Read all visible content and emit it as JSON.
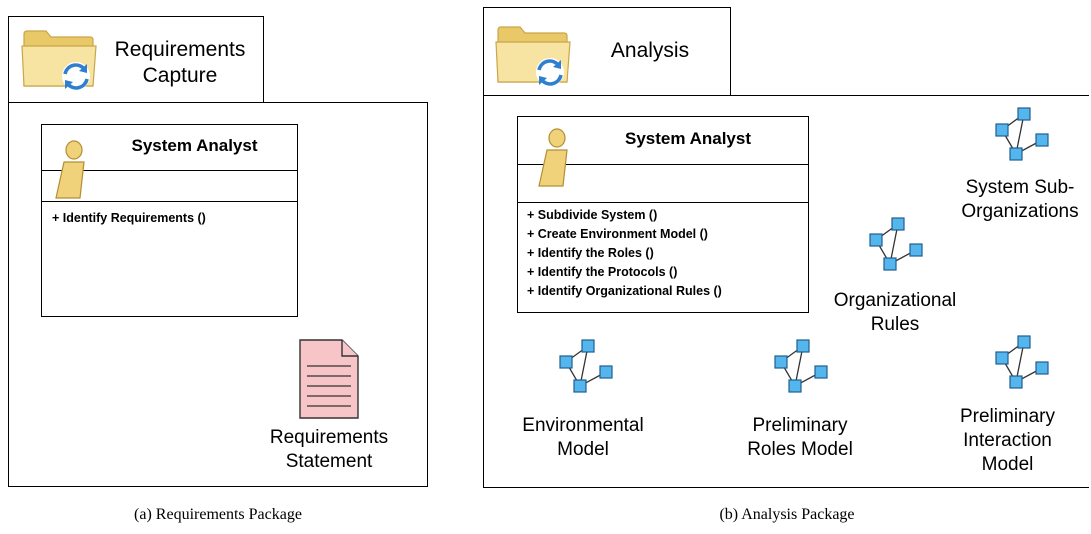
{
  "requirements_package": {
    "title_line1": "Requirements",
    "title_line2": "Capture",
    "class_name": "System Analyst",
    "operations": [
      "+ Identify Requirements ()"
    ],
    "artifact_line1": "Requirements",
    "artifact_line2": "Statement",
    "caption": "(a)  Requirements Package"
  },
  "analysis_package": {
    "title": "Analysis",
    "class_name": "System Analyst",
    "operations": [
      "+ Subdivide System ()",
      "+ Create Environment Model ()",
      "+ Identify the Roles ()",
      "+ Identify the Protocols ()",
      "+ Identify Organizational Rules ()"
    ],
    "models": {
      "system_sub_orgs": [
        "System Sub-",
        "Organizations"
      ],
      "organizational_rules": [
        "Organizational",
        "Rules"
      ],
      "environmental_model": [
        "Environmental",
        "Model"
      ],
      "preliminary_roles_model": [
        "Preliminary",
        "Roles Model"
      ],
      "preliminary_interaction_model": [
        "Preliminary",
        "Interaction",
        "Model"
      ]
    },
    "caption": "(b)  Analysis Package"
  },
  "icons": {
    "folder": "folder-sync-icon",
    "actor": "actor-icon",
    "document": "document-icon",
    "model": "model-network-icon"
  },
  "colors": {
    "folder_fill": "#f3d98a",
    "folder_stroke": "#c9a64a",
    "actor_fill": "#f0d27a",
    "node_fill": "#55b6ee",
    "node_stroke": "#1f5f8f",
    "document_fill": "#f7c4c8"
  }
}
